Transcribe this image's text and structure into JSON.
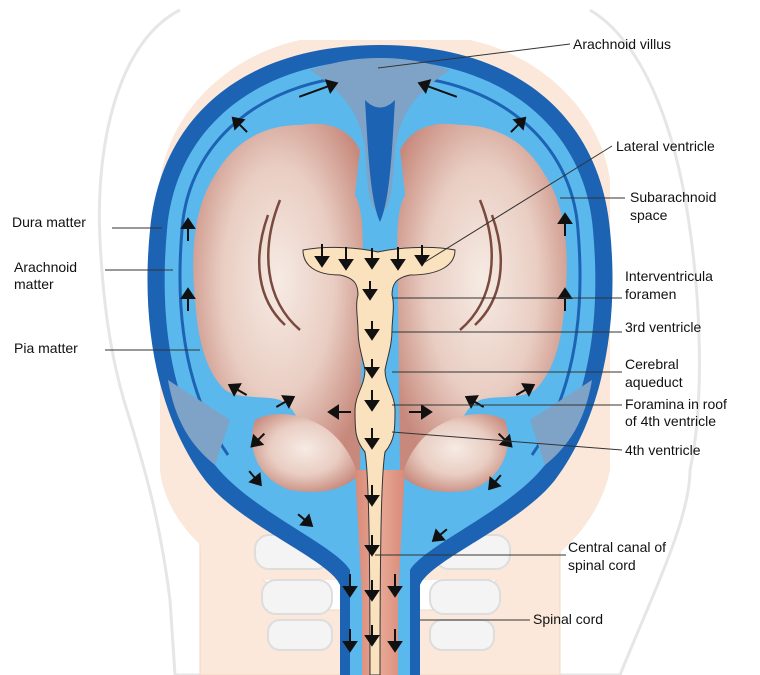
{
  "labels": {
    "arachnoid_villus": "Arachnoid villus",
    "lateral_ventricle": "Lateral ventricle",
    "subarachnoid_space_1": "Subarachnoid",
    "subarachnoid_space_2": "space",
    "dura_matter": "Dura matter",
    "arachnoid_matter_1": "Arachnoid",
    "arachnoid_matter_2": "matter",
    "pia_matter": "Pia matter",
    "interventricular_foramen_1": "Interventricula",
    "interventricular_foramen_2": "foramen",
    "third_ventricle": "3rd ventricle",
    "cerebral_aqueduct_1": "Cerebral",
    "cerebral_aqueduct_2": "aqueduct",
    "foramina_roof_1": "Foramina in roof",
    "foramina_roof_2": "of 4th ventricle",
    "fourth_ventricle": "4th ventricle",
    "central_canal_1": "Central canal of",
    "central_canal_2": "spinal cord",
    "spinal_cord": "Spinal cord"
  },
  "colors": {
    "dura": "#1d63b4",
    "csf_space": "#5ab8ec",
    "brain_tissue": "#e3c0b4",
    "brain_shadow": "#c98f82",
    "ventricle": "#fbe2bf",
    "villus": "#7fa3c6",
    "skin": "#fbe8da",
    "arrow": "#111111"
  }
}
